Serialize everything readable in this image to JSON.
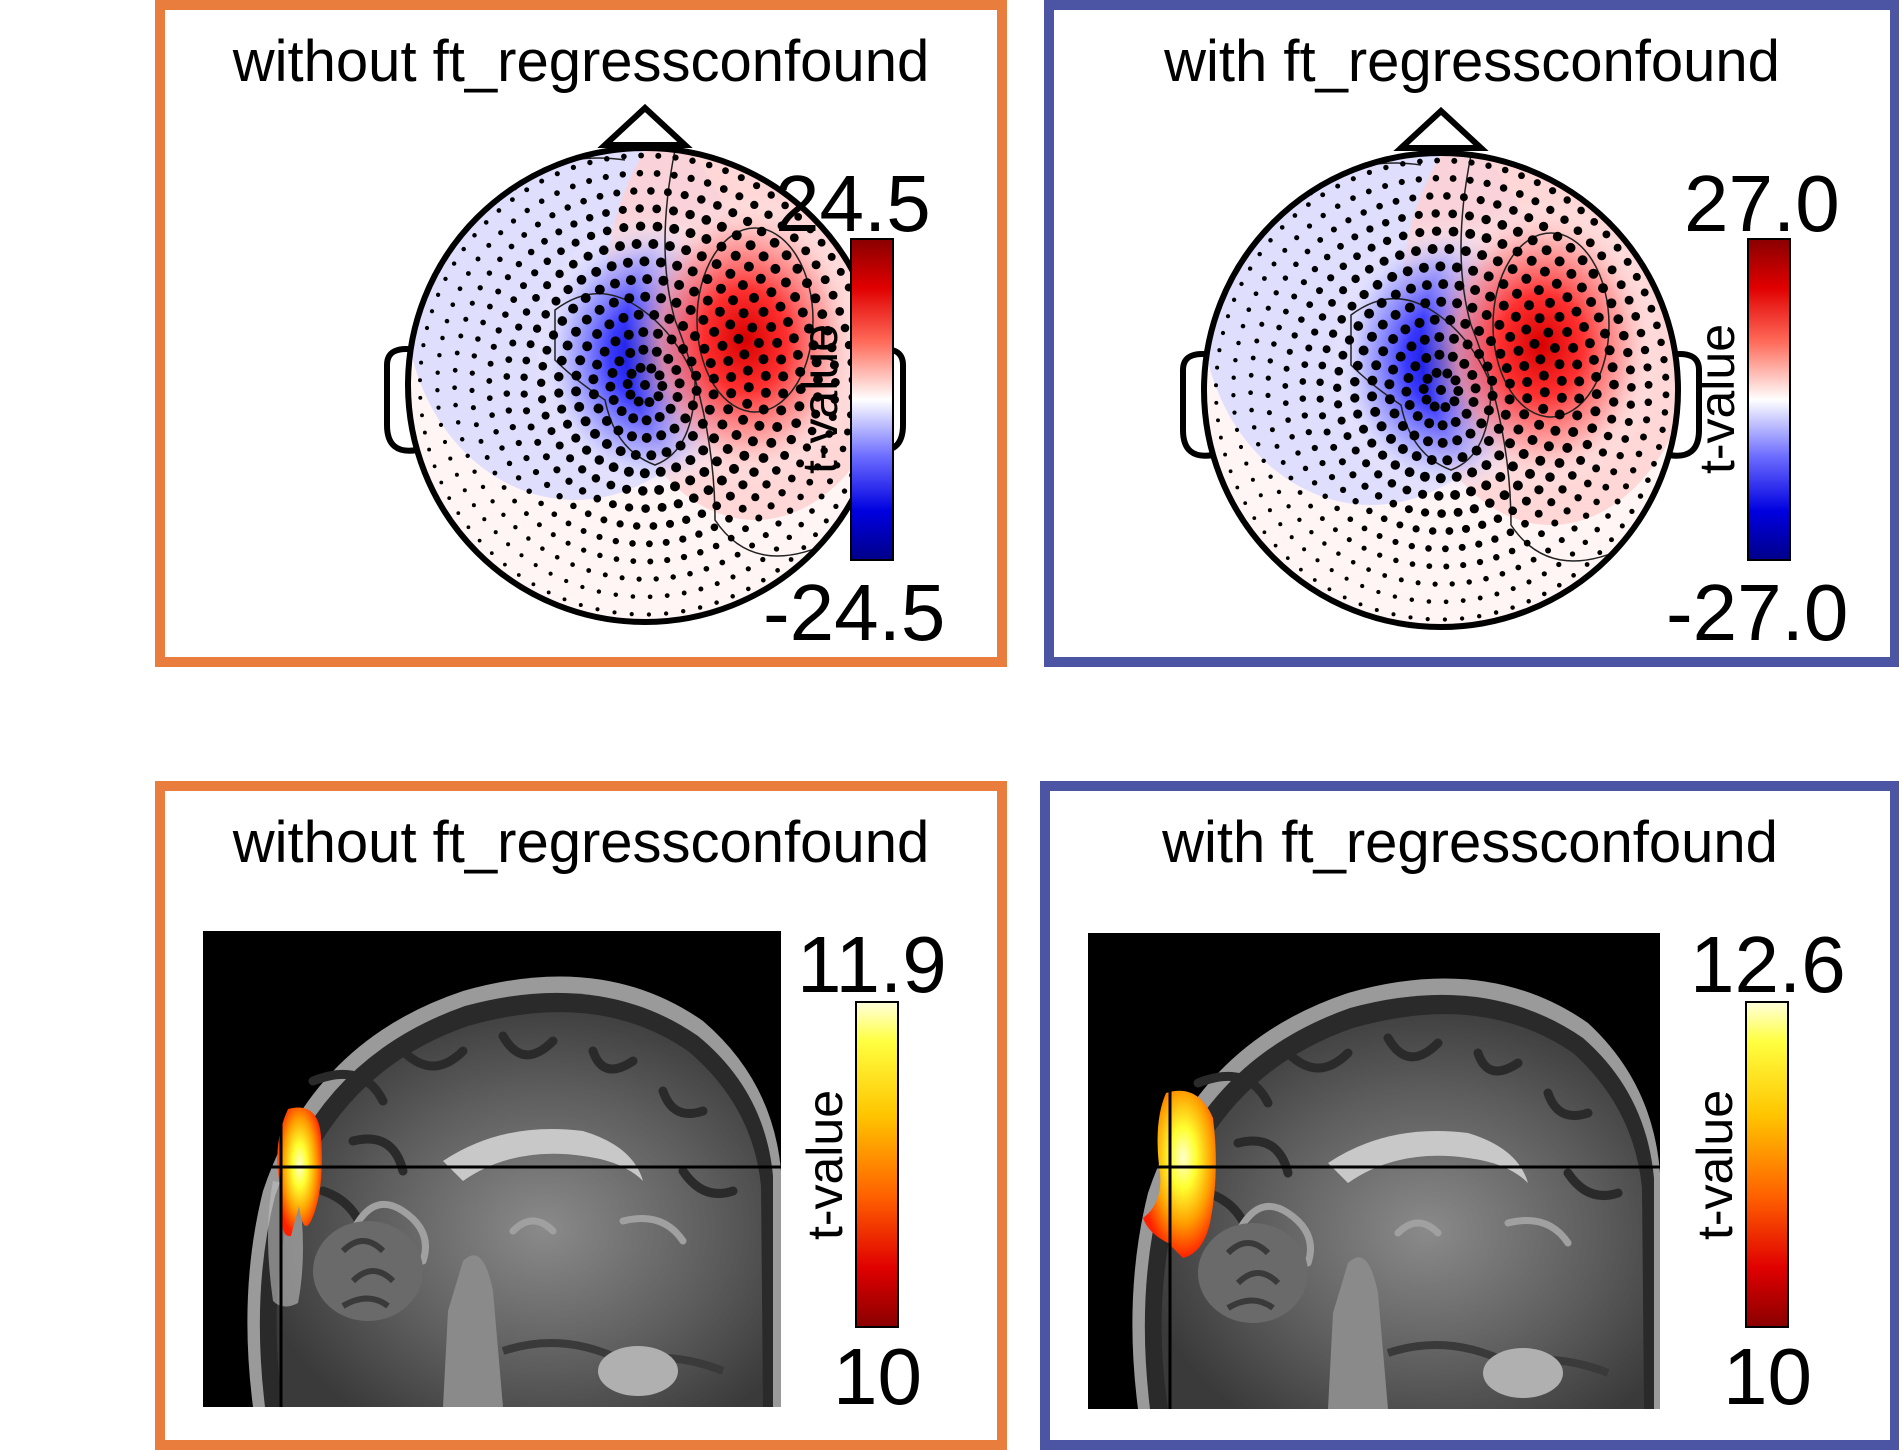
{
  "panels": [
    {
      "id": "topo-without",
      "title": "without ft_regressconfound",
      "border_color": "#e87d3e",
      "colorbar": {
        "max": "24.5",
        "min": "-24.5",
        "label": "t-value",
        "scale": "diverging"
      }
    },
    {
      "id": "topo-with",
      "title": "with ft_regressconfound",
      "border_color": "#4b55a3",
      "colorbar": {
        "max": "27.0",
        "min": "-27.0",
        "label": "t-value",
        "scale": "diverging"
      }
    },
    {
      "id": "mri-without",
      "title": "without ft_regressconfound",
      "border_color": "#e87d3e",
      "colorbar": {
        "max": "11.9",
        "min": "10",
        "label": "t-value",
        "scale": "hot"
      }
    },
    {
      "id": "mri-with",
      "title": "with ft_regressconfound",
      "border_color": "#4b55a3",
      "colorbar": {
        "max": "12.6",
        "min": "10",
        "label": "t-value",
        "scale": "hot"
      }
    }
  ]
}
